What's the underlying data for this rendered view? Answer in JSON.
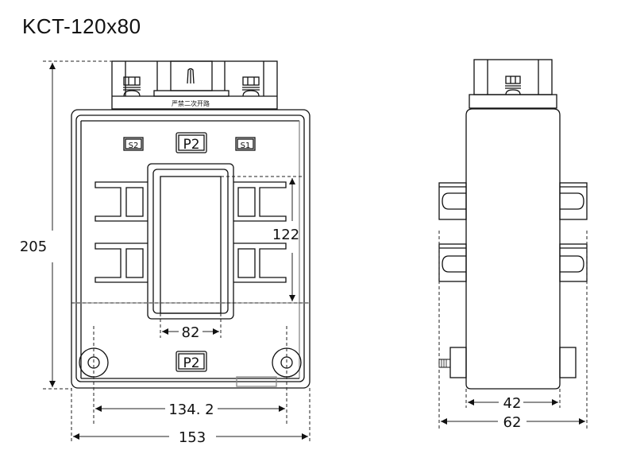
{
  "title": "KCT-120x80",
  "front_view": {
    "terminal_labels": {
      "s2": "S2",
      "p2_top": "P2",
      "s1": "S1",
      "p2_bottom": "P2"
    },
    "nameplate_text": "严禁二次开路",
    "dimensions": {
      "height": "205",
      "window_height": "122",
      "window_width": "82",
      "mount_hole_spacing": "134. 2",
      "overall_width": "153"
    }
  },
  "side_view": {
    "dimensions": {
      "body_depth": "42",
      "overall_depth": "62"
    }
  },
  "colors": {
    "line": "#111111",
    "dash": "#333333",
    "grey_line": "#888888"
  }
}
